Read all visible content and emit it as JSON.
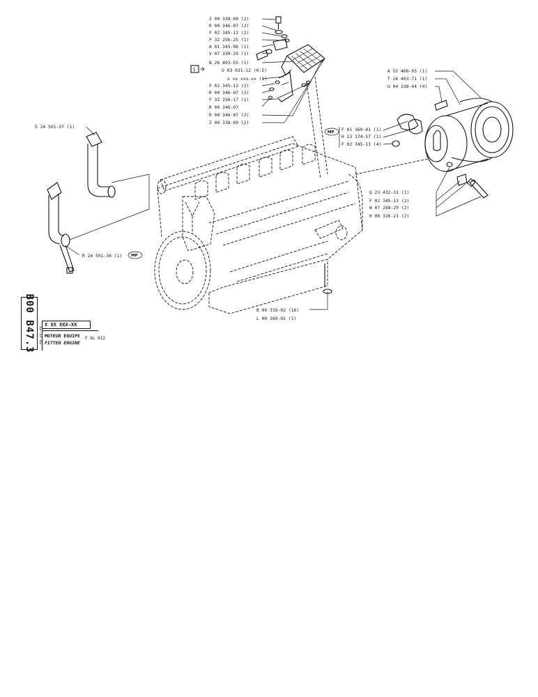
{
  "top_parts": [
    {
      "code": "Z 00 338-09 (2)"
    },
    {
      "code": "R 00 346-07 (2)"
    },
    {
      "code": "F 02 345-13 (2)"
    },
    {
      "code": "P 32 256-25 (1)"
    },
    {
      "code": "A 01 345-96 (1)"
    },
    {
      "code": "V 07 330-29 (1)"
    },
    {
      "code": "B 26 403-55 (1)"
    },
    {
      "code": "U 03 031-12 (0.5)"
    },
    {
      "code": "x xx xxx-xx (1)"
    },
    {
      "code": "F 02 345-13 (2)"
    },
    {
      "code": "R 00 346-07 (2)"
    },
    {
      "code": "F 32 256-17 (1)"
    },
    {
      "code": "R 00 346-07"
    },
    {
      "code": "R 00 346-07 (2)"
    },
    {
      "code": "Z 00 338-09 (2)"
    }
  ],
  "box_ref": "5",
  "right_top_parts": [
    {
      "code": "A 52 460-93 (1)"
    },
    {
      "code": "T 26 403-71 (1)"
    },
    {
      "code": "U 04 338-44 (4)"
    }
  ],
  "mp_mark": "MP",
  "mid_parts": [
    {
      "code": "F 01 369-01 (1)"
    },
    {
      "code": "H 13 374-57 (1)"
    },
    {
      "code": "F 02 345-13 (4)"
    }
  ],
  "right_low_parts": [
    {
      "code": "Q 23 432-31 (1)"
    },
    {
      "code": "F 02 345-13 (2)"
    },
    {
      "code": "W 07 268-20 (2)"
    },
    {
      "code": "H 00 326-21 (2)"
    }
  ],
  "left_parts": {
    "upper": "S 24 501-37 (1)",
    "lower": "R 24 501-36 (1)"
  },
  "bottom_parts": [
    {
      "code": "B 00 319-02 (16)"
    },
    {
      "code": "L 00 369-02 (1)"
    }
  ],
  "title_block": {
    "plate_code": "B00 B47.3",
    "date": "22-12-82",
    "serial": "X XX XXX-XX",
    "title_fr": "MOTEUR EQUIPE",
    "title_en": "FITTED ENGINE",
    "model": "F 6L 912"
  }
}
